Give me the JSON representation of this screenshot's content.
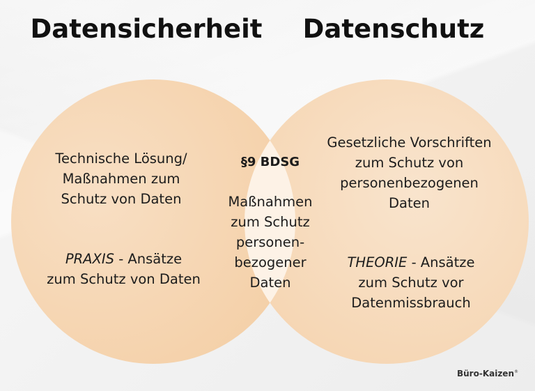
{
  "titles": {
    "left": "Datensicherheit",
    "right": "Datenschutz"
  },
  "left_circle": {
    "line1": "Technische Lösung/\nMaßnahmen zum\nSchutz von Daten",
    "emph": "PRAXIS",
    "line2_rest": " - Ansätze\nzum Schutz von Daten"
  },
  "right_circle": {
    "line1": "Gesetzliche Vorschriften\nzum Schutz von\npersonenbezogenen\nDaten",
    "emph": "THEORIE",
    "line2_rest": " - Ansätze\nzum Schutz vor\nDatenmissbrauch"
  },
  "overlap": {
    "heading": "§9 BDSG",
    "body": "Maßnahmen\nzum Schutz\npersonen-\nbezogener\nDaten"
  },
  "brand": {
    "name": "Büro-Kaizen",
    "mark": "®"
  },
  "colors": {
    "circle_fill": "#f7d9b9",
    "overlap_fill": "#fbecdc",
    "title": "#111111"
  }
}
